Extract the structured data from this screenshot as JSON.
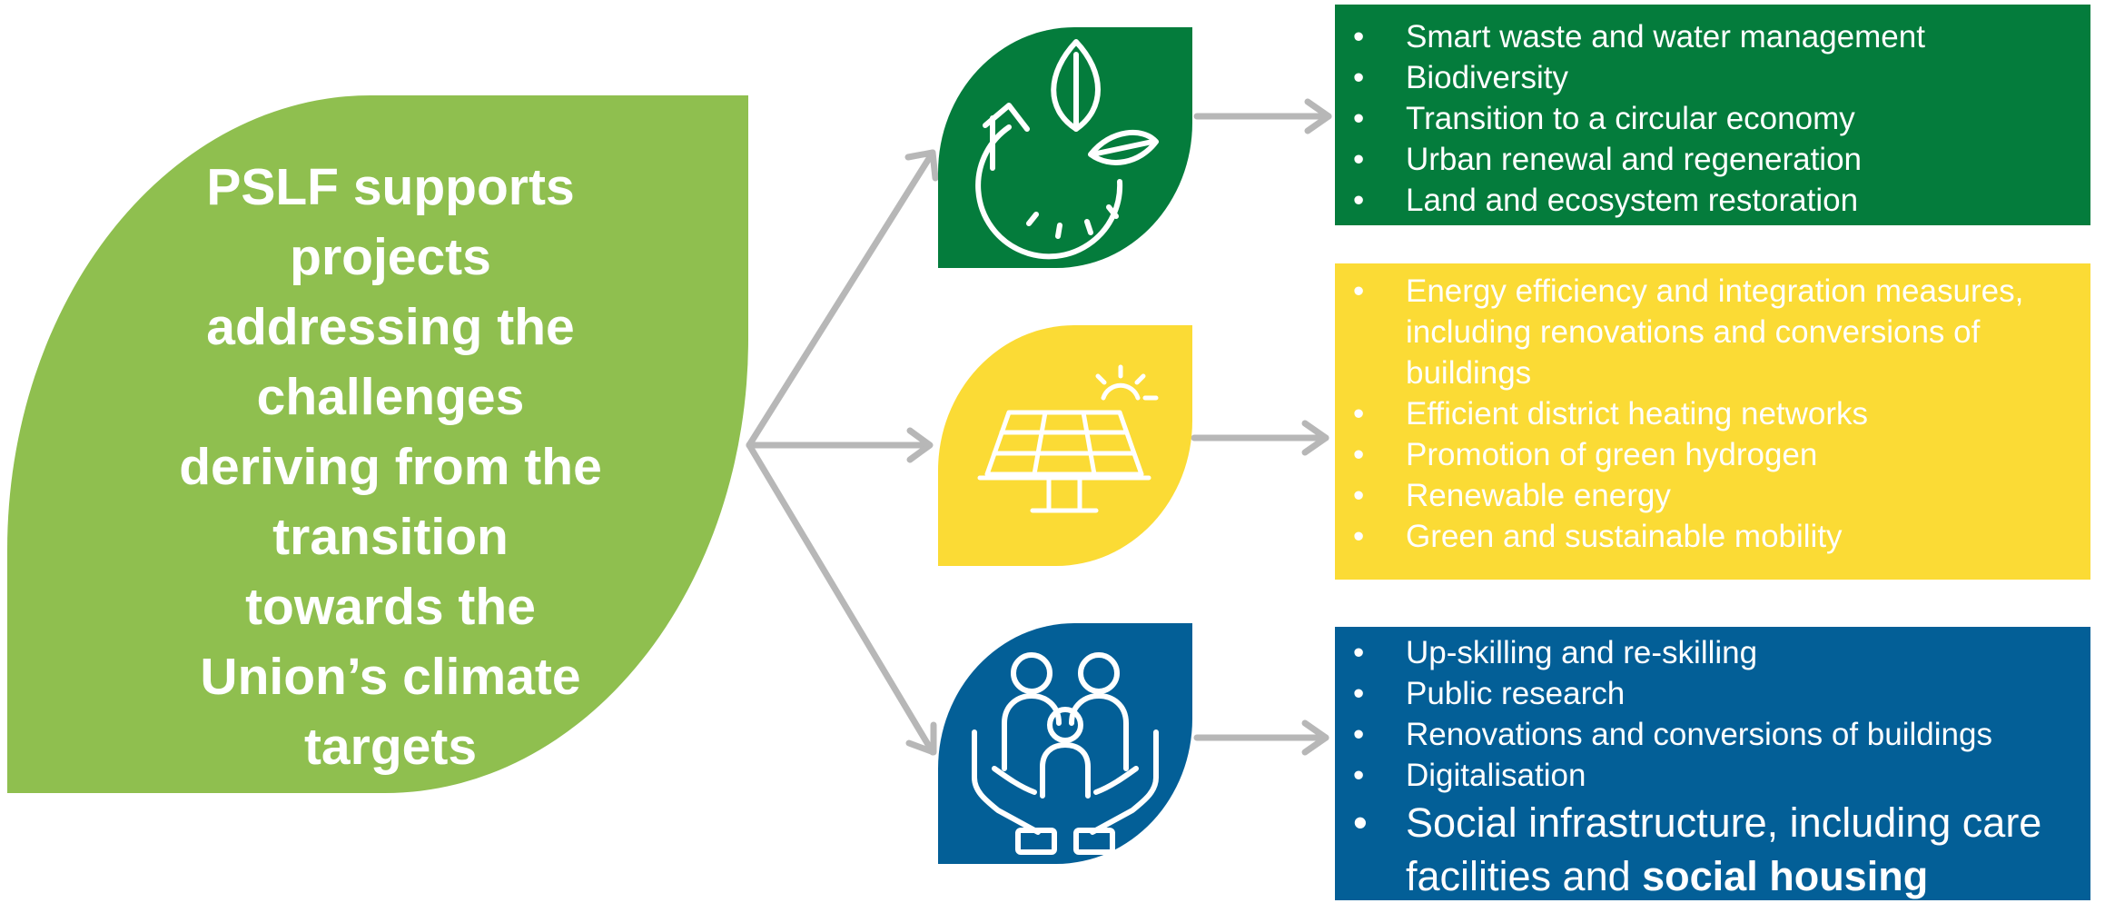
{
  "colors": {
    "green_light": "#8fbf4f",
    "green_dark": "#047c3c",
    "yellow": "#fbdb35",
    "blue": "#035f97",
    "arrow": "#b7b7b7",
    "white": "#ffffff"
  },
  "main": {
    "lines": [
      "PSLF supports",
      "projects",
      "addressing the",
      "challenges",
      "deriving from the",
      "transition",
      "towards the",
      "Union’s climate",
      "targets"
    ]
  },
  "icons": {
    "environment": "leaf-cycle-icon",
    "energy": "solar-panel-icon",
    "social": "family-care-icon"
  },
  "groups": {
    "environment": {
      "items": [
        "Smart waste and water management",
        "Biodiversity",
        "Transition to a circular economy",
        "Urban renewal and regeneration",
        "Land and ecosystem restoration"
      ]
    },
    "energy": {
      "items": [
        "Energy efficiency and integration measures, including renovations and conversions of buildings",
        "Efficient district heating networks",
        "Promotion of green hydrogen",
        "Renewable energy",
        "Green and sustainable mobility"
      ]
    },
    "social": {
      "items": [
        "Up-skilling and re-skilling",
        "Public research",
        "Renovations and conversions of buildings",
        "Digitalisation"
      ],
      "last_item_regular": "Social infrastructure, including care facilities and ",
      "last_item_bold": "social housing"
    }
  },
  "bullet": "•"
}
